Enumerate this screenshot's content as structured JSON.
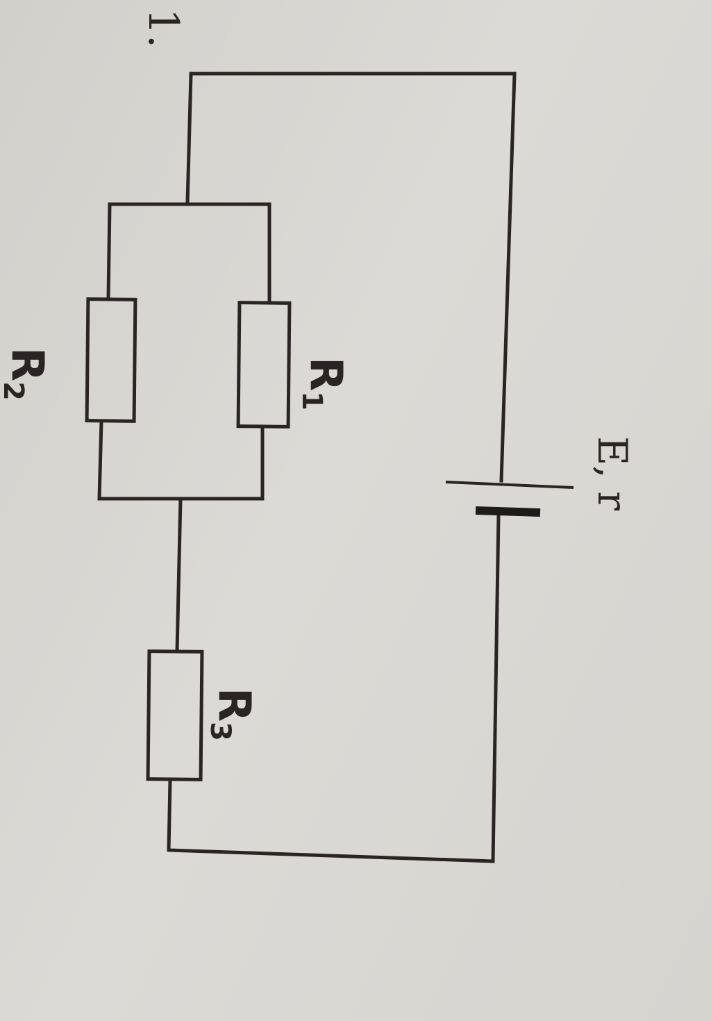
{
  "diagram": {
    "problem_number_fragment": "1.",
    "components": {
      "r1": {
        "main": "R",
        "sub": "1"
      },
      "r2": {
        "main": "R",
        "sub": "2"
      },
      "r3": {
        "main": "R",
        "sub": "3"
      },
      "source": {
        "label": "E, r"
      }
    },
    "colors": {
      "paper": "#d8d6d1",
      "ink": "#2a2524"
    }
  }
}
